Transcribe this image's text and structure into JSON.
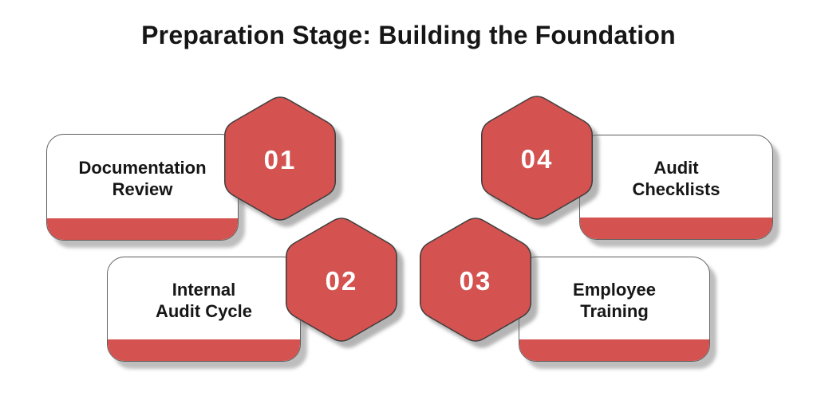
{
  "title": "Preparation Stage: Building the Foundation",
  "colors": {
    "accent_red": "#d4524f",
    "text_ink": "#161616",
    "background": "#ffffff"
  },
  "items": [
    {
      "number": "01",
      "lines": [
        "Documentation",
        "Review"
      ]
    },
    {
      "number": "02",
      "lines": [
        "Internal",
        "Audit Cycle"
      ]
    },
    {
      "number": "03",
      "lines": [
        "Employee",
        "Training"
      ]
    },
    {
      "number": "04",
      "lines": [
        "Audit",
        "Checklists"
      ]
    }
  ]
}
